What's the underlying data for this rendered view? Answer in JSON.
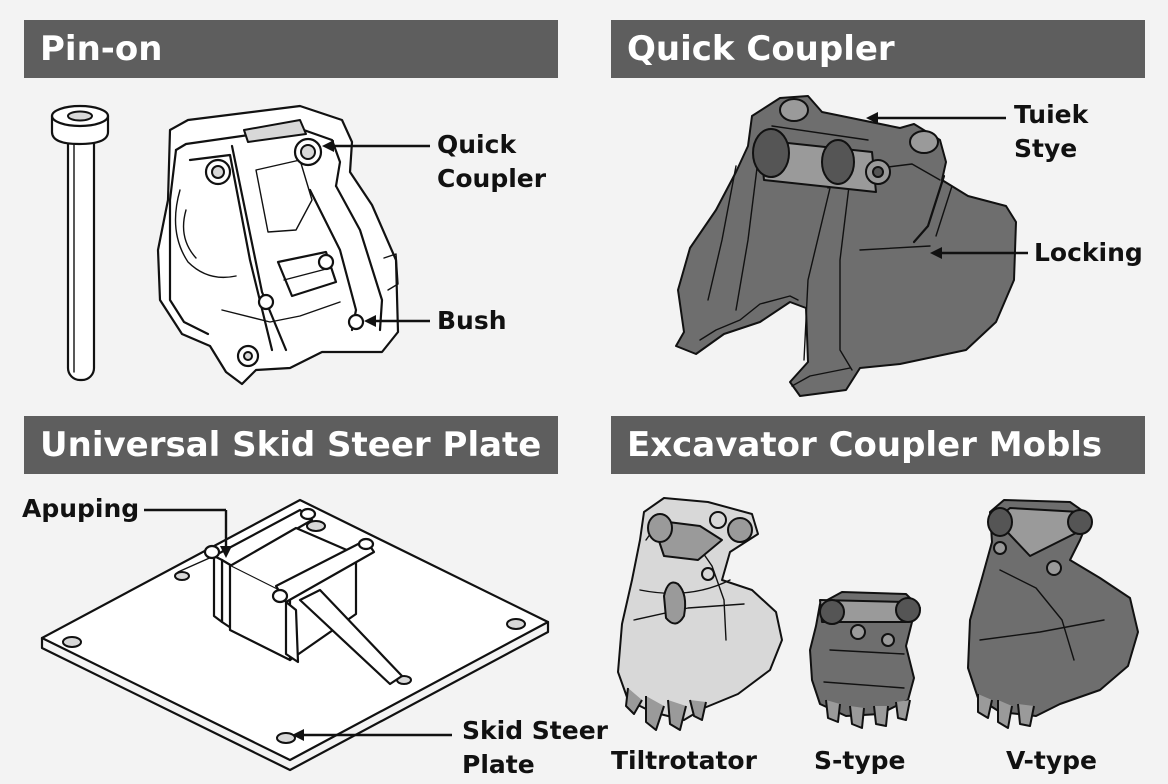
{
  "panels": {
    "pin_on": {
      "title": "Pin-on"
    },
    "quick_coupler": {
      "title": "Quick Coupler"
    },
    "skid_steer": {
      "title": "Universal Skid Steer Plate"
    },
    "excavator": {
      "title": "Excavator Coupler Mobls"
    }
  },
  "callouts": {
    "quick_coupler_line1": "Quick",
    "quick_coupler_line2": "Coupler",
    "bush": "Bush",
    "tuiek_line1": "Tuiek",
    "tuiek_line2": "Stye",
    "locking": "Locking",
    "apuping": "Apuping",
    "skid_line1": "Skid Steer",
    "skid_line2": "Plate"
  },
  "models": {
    "tiltrotator": "Tiltrotator",
    "s_type": "S-type",
    "v_type": "V-type"
  },
  "colors": {
    "banner_bg": "#5e5e5e",
    "banner_text": "#ffffff",
    "background": "#f3f3f3"
  }
}
